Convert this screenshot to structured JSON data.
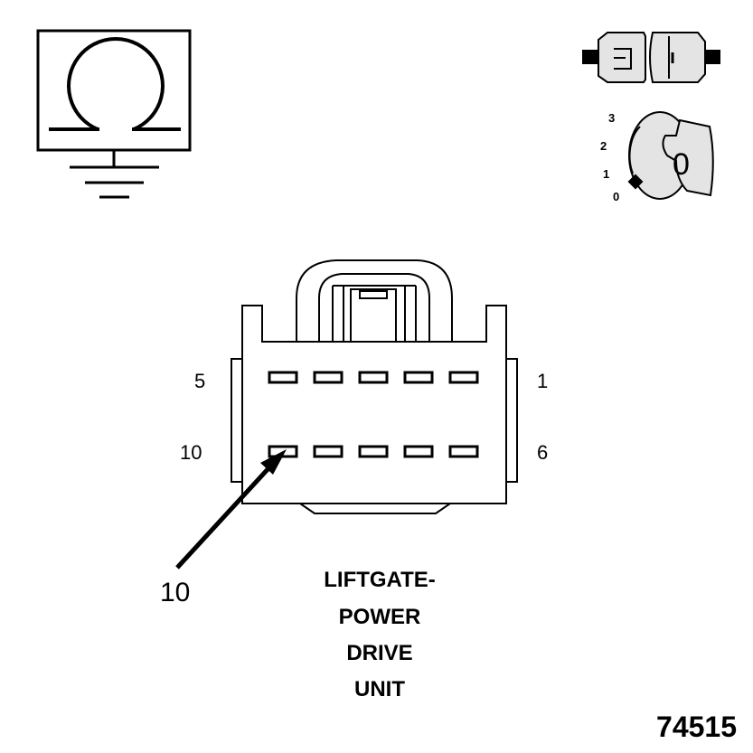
{
  "symbols": {
    "ohmmeter": {
      "icon": "ohmmeter-ground-icon"
    },
    "connector": {
      "icon": "disconnected-connector-icon"
    },
    "ignition": {
      "icon": "ignition-key-icon",
      "positions": [
        "3",
        "2",
        "1",
        "0"
      ],
      "key_letter": "0"
    }
  },
  "connector_face": {
    "pin_labels": {
      "top_left": "5",
      "top_right": "1",
      "bottom_left": "10",
      "bottom_right": "6"
    },
    "callout": "10"
  },
  "caption": [
    "LIFTGATE-",
    "POWER",
    "DRIVE",
    "UNIT"
  ],
  "figure_number": "74515"
}
